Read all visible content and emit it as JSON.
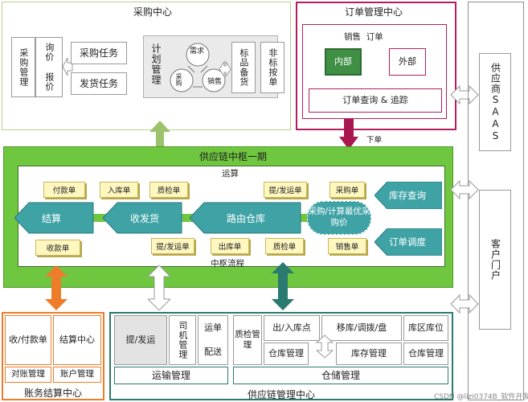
{
  "procurement": {
    "title": "采购中心",
    "purchase_mgmt": "采购管理",
    "inquiry": "询价",
    "quote": "报价",
    "purchase_task": "采购任务",
    "ship_task": "发货任务",
    "plan_mgmt": "计划管理",
    "demand": "需求",
    "purchase": "采购",
    "sales": "销售",
    "standard_stock": "标品备货",
    "non_standard": "非标按单"
  },
  "orders": {
    "title": "订单管理中心",
    "subtitle": "销售  订单",
    "internal": "内部",
    "external": "外部",
    "query_track": "订单查询 & 追踪",
    "arrow_label": "下单"
  },
  "supplier_saas": "供应商SAAS",
  "customer_portal": "客户门户",
  "hub": {
    "title": "供应链中枢一期",
    "top_label": "运算",
    "bottom_label": "中枢流程",
    "settle": "结算",
    "receive_ship": "收发货",
    "routing": "路由仓库",
    "compute": "采购/计算最优采购价",
    "stock_query": "库存查询",
    "order_dispatch": "订单调度",
    "notes": {
      "payment": "付款单",
      "inbound": "入库单",
      "qc": "质检单",
      "delivery": "提/发运单",
      "purchase": "采购单",
      "receipt": "收款单",
      "delivery2": "提/发运单",
      "outbound": "出库单",
      "qc2": "质检单",
      "sales": "销售单"
    }
  },
  "finance": {
    "title": "账务结算中心",
    "pay_receive": "收/付款单",
    "settle_center": "结算中心",
    "reconcile": "对账管理",
    "account_mgmt": "账户管理"
  },
  "scm": {
    "title": "供应链管理中心",
    "transport": {
      "title": "运输管理",
      "delivery": "提/发运",
      "driver": "司机管理",
      "waybill": "运单",
      "dispatch": "配送"
    },
    "warehouse": {
      "title": "仓储管理",
      "qc": "质检管理",
      "in_out": "出/入库点",
      "move": "移库/调拨/盘",
      "location": "库区库位",
      "wh_mgmt": "仓库管理",
      "stock_mgmt": "库存管理",
      "stock_mgmt2": "仓库管理"
    }
  },
  "watermark": "CSDN @lizi0374B_软件开发"
}
